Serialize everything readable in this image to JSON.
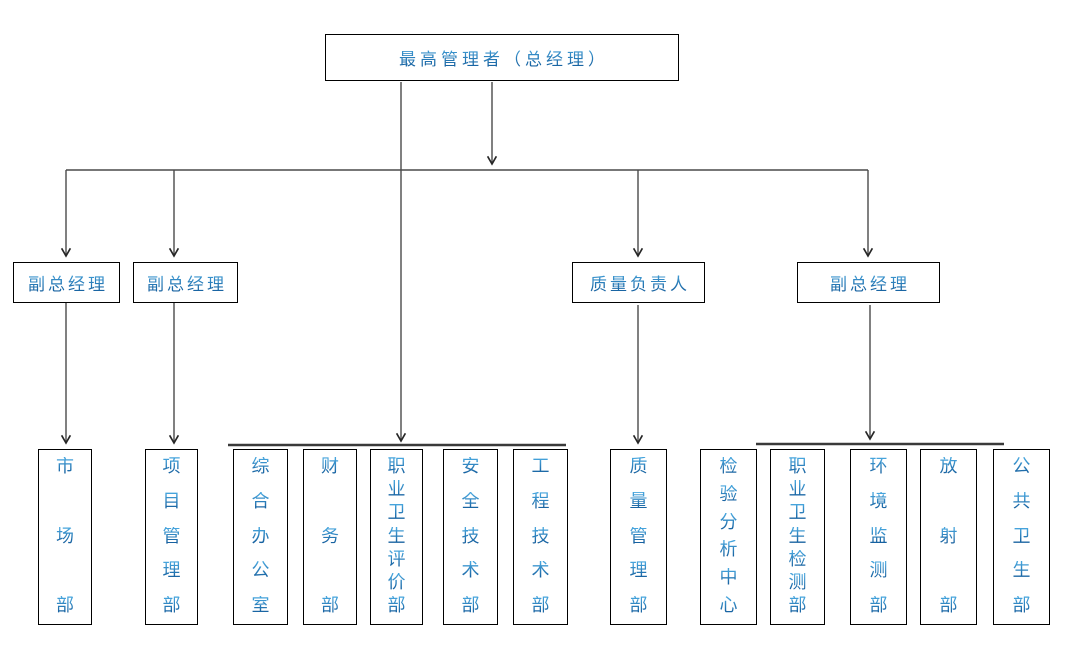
{
  "diagram": {
    "root": {
      "label": "最高管理者（总经理）"
    },
    "level2": [
      {
        "label": "副总经理"
      },
      {
        "label": "副总经理"
      },
      {
        "label": "质量负责人"
      },
      {
        "label": "副总经理"
      }
    ],
    "departments": [
      "市场部",
      "项目管理部",
      "综合办公室",
      "财务部",
      "职业卫生评价部",
      "安全技术部",
      "工程技术部",
      "质量管理部",
      "检验分析中心",
      "职业卫生检测部",
      "环境监测部",
      "放射部",
      "公共卫生部"
    ],
    "colors": {
      "text_gradient_top": "#46A4DC",
      "text_gradient_bottom": "#135C9B",
      "text_solid": "#1B76B8",
      "box_border": "#000000",
      "connector_line": "#4A4A4A",
      "arrowhead": "#262626",
      "background": "#FFFFFF"
    }
  }
}
